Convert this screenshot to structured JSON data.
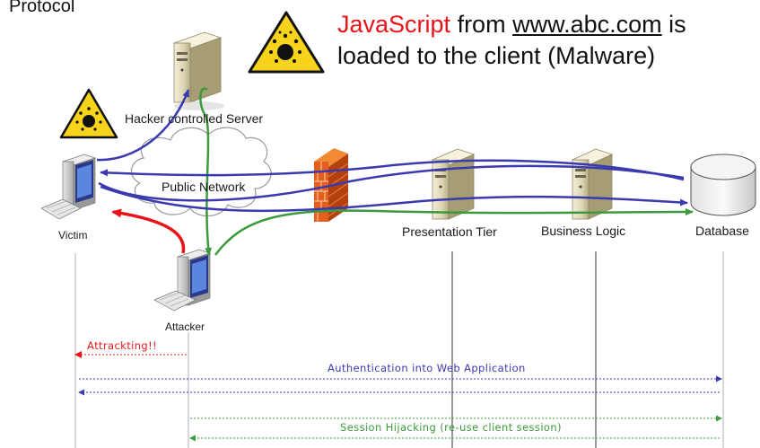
{
  "header": {
    "protocol_label": "Protocol",
    "headline_highlight": "JavaScript",
    "headline_from": " from ",
    "headline_domain": "www.abc.com",
    "headline_is": " is",
    "headline_line2": "loaded to the client (Malware)"
  },
  "nodes": {
    "hacker_server": "Hacker controlled Server",
    "public_network": "Public Network",
    "victim": "Victim",
    "attacker": "Attacker",
    "presentation_tier": "Presentation Tier",
    "business_logic": "Business Logic",
    "database": "Database"
  },
  "sequence": {
    "attacking": "Attrackting!!",
    "authentication": "Authentication into Web Application",
    "session_hijacking": "Session Hijacking (re-use client session)"
  },
  "colors": {
    "red": "#e8141a",
    "blue": "#3a3ab0",
    "green": "#3c9a3c",
    "hazard_yellow": "#f7d31c"
  }
}
